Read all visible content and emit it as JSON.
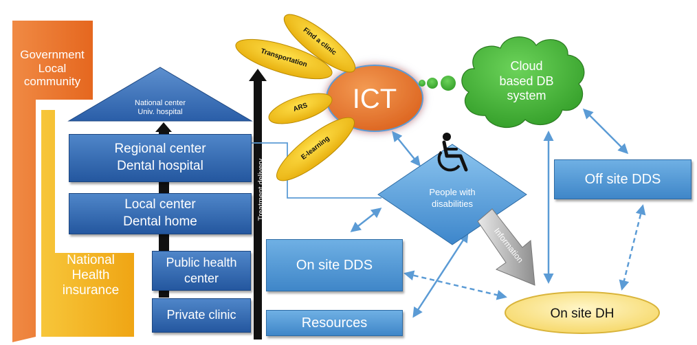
{
  "government": {
    "line1": "Government",
    "line2": "Local",
    "line3": "community"
  },
  "insurance": {
    "line1": "National",
    "line2": "Health",
    "line3": "insurance"
  },
  "hierarchy": {
    "national": {
      "line1": "National center",
      "line2": "Univ. hospital"
    },
    "regional": {
      "line1": "Regional center",
      "line2": "Dental hospital"
    },
    "local": {
      "line1": "Local center",
      "line2": "Dental home"
    },
    "public": {
      "line1": "Public health",
      "line2": "center"
    },
    "private": "Private clinic"
  },
  "treatment_delivery": "Treatment delivery",
  "ict": {
    "label": "ICT",
    "petals": [
      "Find a clinic",
      "Transportation",
      "ARS",
      "E-learning"
    ]
  },
  "cloud": {
    "line1": "Cloud",
    "line2": "based DB",
    "line3": "system"
  },
  "people": {
    "line1": "People with",
    "line2": "disabilities"
  },
  "information": "Information",
  "boxes": {
    "on_site_dds": "On site DDS",
    "resources": "Resources",
    "off_site_dds": "Off site DDS",
    "on_site_dh": "On site DH"
  },
  "colors": {
    "orange": "#ee7d36",
    "gold": "#f4b823",
    "navy": "#2a5ea8",
    "light_blue": "#58a0dc",
    "green": "#3fae2f",
    "ict_orange": "#ec7a34",
    "petal_yellow": "#f5c518",
    "arrow_blue": "#5b9bd5"
  }
}
